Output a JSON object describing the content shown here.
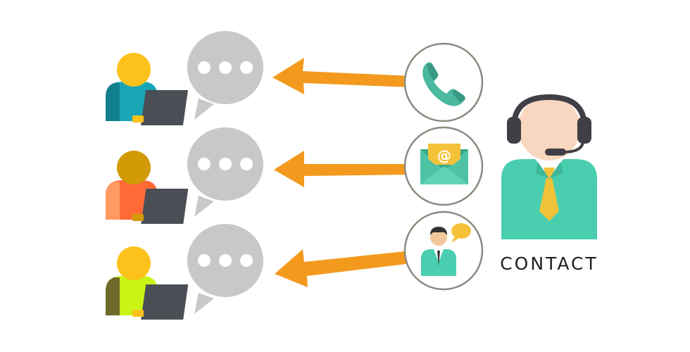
{
  "contact": {
    "label": "CONTACT"
  },
  "colors": {
    "arrow": "#f39a1e",
    "bubble": "#c8c8c8",
    "bubble_dots": "#ffffff",
    "laptop": "#4a4f55",
    "head_yellow": "#fcc21b",
    "head_ochre": "#d19a06",
    "shirt_teal": "#1aa6b7",
    "shirt_teal_dark": "#127f8c",
    "shirt_orange": "#ff6a36",
    "shirt_orange_light": "#ff9a63",
    "shirt_lime": "#c9f416",
    "shirt_olive": "#6f6a2c",
    "agent_shirt": "#49cfb0",
    "agent_tie": "#f0c23a",
    "agent_face": "#f9d6bf",
    "headset": "#3f3f45",
    "circle_border": "#8a8a80",
    "phone": "#4bb8a0",
    "envelope": "#4dc3a4",
    "envelope_flap": "#f4c33a"
  },
  "users": [
    {
      "icon": "user-laptop-icon",
      "shirt": "teal"
    },
    {
      "icon": "user-laptop-icon",
      "shirt": "orange"
    },
    {
      "icon": "user-laptop-icon",
      "shirt": "lime"
    }
  ],
  "channels": [
    {
      "icon": "phone-icon"
    },
    {
      "icon": "email-icon"
    },
    {
      "icon": "chat-person-icon"
    }
  ]
}
